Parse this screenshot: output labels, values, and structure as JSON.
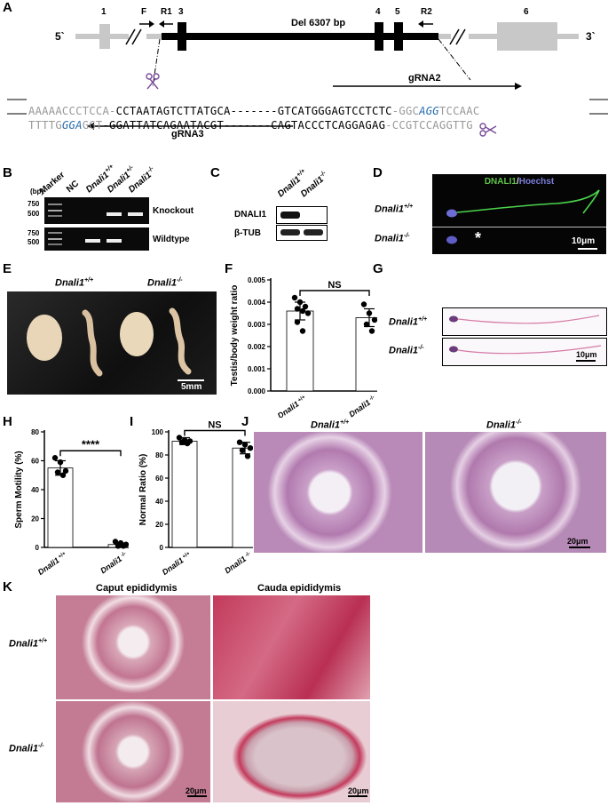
{
  "panels": {
    "A": {
      "label": "A",
      "strand5": "5`",
      "strand3": "3`",
      "exons": [
        "1",
        "3",
        "4",
        "5",
        "6"
      ],
      "primers": {
        "F": "F",
        "R1": "R1",
        "R2": "R2"
      },
      "deletion": "Del 6307 bp",
      "gRNA2": "gRNA2",
      "gRNA3": "gRNA3",
      "seq_top_grey": "AAAAACCCTCCA-",
      "seq_top_left": "CCTAATAGTCTTATGCA",
      "seq_top_dash": "-------",
      "seq_top_right": "GTCATGGGAGTCCTCTC",
      "seq_top_tail_grey1": "-GGC",
      "seq_top_pam": "AGG",
      "seq_top_tail_grey2": "TCCAAC",
      "seq_bot_grey1": "TTTTG",
      "seq_bot_pam": "GGA",
      "seq_bot_grey2": "GGT",
      "seq_bot_left": "-GGATTATCAGAATACGT",
      "seq_bot_dash": "-------",
      "seq_bot_right": "CAGTACCCTCAGGAGAG",
      "seq_bot_tail_grey": "-CCGTCCAGGTTG"
    },
    "B": {
      "label": "B",
      "bp": "(bp)",
      "lanes": [
        "Marker",
        "NC",
        "Dnali1",
        "Dnali1",
        "Dnali1"
      ],
      "lane_sup": [
        "",
        "",
        "+/+",
        "+/-",
        "-/-"
      ],
      "markers": [
        "750",
        "500",
        "750",
        "500"
      ],
      "rows": [
        "Knockout",
        "Wildtype"
      ]
    },
    "C": {
      "label": "C",
      "cols": [
        "Dnali1",
        "Dnali1"
      ],
      "col_sup": [
        "+/+",
        "-/-"
      ],
      "rows": [
        "DNALI1",
        "β-TUB"
      ]
    },
    "D": {
      "label": "D",
      "title_green": "DNALI1",
      "title_slash": "/",
      "title_blue": "Hoechst",
      "rows": [
        "Dnali1",
        "Dnali1"
      ],
      "row_sup": [
        "+/+",
        "-/-"
      ],
      "asterisk": "*",
      "scale": "10μm"
    },
    "E": {
      "label": "E",
      "cols": [
        "Dnali1",
        "Dnali1"
      ],
      "col_sup": [
        "+/+",
        "-/-"
      ],
      "scale": "5mm"
    },
    "F": {
      "label": "F"
    },
    "G": {
      "label": "G",
      "rows": [
        "Dnali1",
        "Dnali1"
      ],
      "row_sup": [
        "+/+",
        "-/-"
      ],
      "scale": "10μm"
    },
    "H": {
      "label": "H"
    },
    "I": {
      "label": "I"
    },
    "J": {
      "label": "J",
      "cols": [
        "Dnali1",
        "Dnali1"
      ],
      "col_sup": [
        "+/+",
        "-/-"
      ],
      "scale": "20μm"
    },
    "K": {
      "label": "K",
      "cols": [
        "Caput epididymis",
        "Cauda epididymis"
      ],
      "rows": [
        "Dnali1",
        "Dnali1"
      ],
      "row_sup": [
        "+/+",
        "-/-"
      ],
      "scale": "20μm"
    }
  },
  "chart_data": [
    {
      "id": "F",
      "type": "bar",
      "categories": [
        "Dnali1 +/+",
        "Dnali1 -/-"
      ],
      "category_main": [
        "Dnali1",
        "Dnali1"
      ],
      "category_sup": [
        "+/+",
        "-/-"
      ],
      "values": [
        0.0036,
        0.0033
      ],
      "errors": [
        0.0004,
        0.0004
      ],
      "points": [
        [
          0.0042,
          0.004,
          0.0038,
          0.0037,
          0.0036,
          0.0035,
          0.0031,
          0.0027
        ],
        [
          0.0039,
          0.0035,
          0.0032,
          0.003,
          0.0027
        ]
      ],
      "ylabel": "Testis/body weight ratio",
      "yticks": [
        "0.000",
        "0.001",
        "0.002",
        "0.003",
        "0.004",
        "0.005"
      ],
      "ylim": [
        0,
        0.005
      ],
      "significance": "NS"
    },
    {
      "id": "H",
      "type": "bar",
      "categories": [
        "Dnali1 +/+",
        "Dnali1 -/-"
      ],
      "category_main": [
        "Dnali1",
        "Dnali1"
      ],
      "category_sup": [
        "+/+",
        "-/-"
      ],
      "values": [
        55,
        2
      ],
      "errors": [
        5,
        1
      ],
      "points": [
        [
          62,
          59,
          53,
          52,
          50
        ],
        [
          4,
          3,
          2,
          1,
          1
        ]
      ],
      "ylabel": "Sperm Motility (%)",
      "yticks": [
        "0",
        "20",
        "40",
        "60",
        "80"
      ],
      "ylim": [
        0,
        80
      ],
      "significance": "****"
    },
    {
      "id": "I",
      "type": "bar",
      "categories": [
        "Dnali1 +/+",
        "Dnali1 -/-"
      ],
      "category_main": [
        "Dnali1",
        "Dnali1"
      ],
      "category_sup": [
        "+/+",
        "-/-"
      ],
      "values": [
        92,
        86
      ],
      "errors": [
        3,
        5
      ],
      "points": [
        [
          95,
          93,
          92,
          91,
          90
        ],
        [
          91,
          89,
          86,
          84,
          79
        ]
      ],
      "ylabel": "Normal Ratio (%)",
      "yticks": [
        "0",
        "20",
        "40",
        "60",
        "80",
        "100"
      ],
      "ylim": [
        0,
        100
      ],
      "significance": "NS"
    }
  ]
}
